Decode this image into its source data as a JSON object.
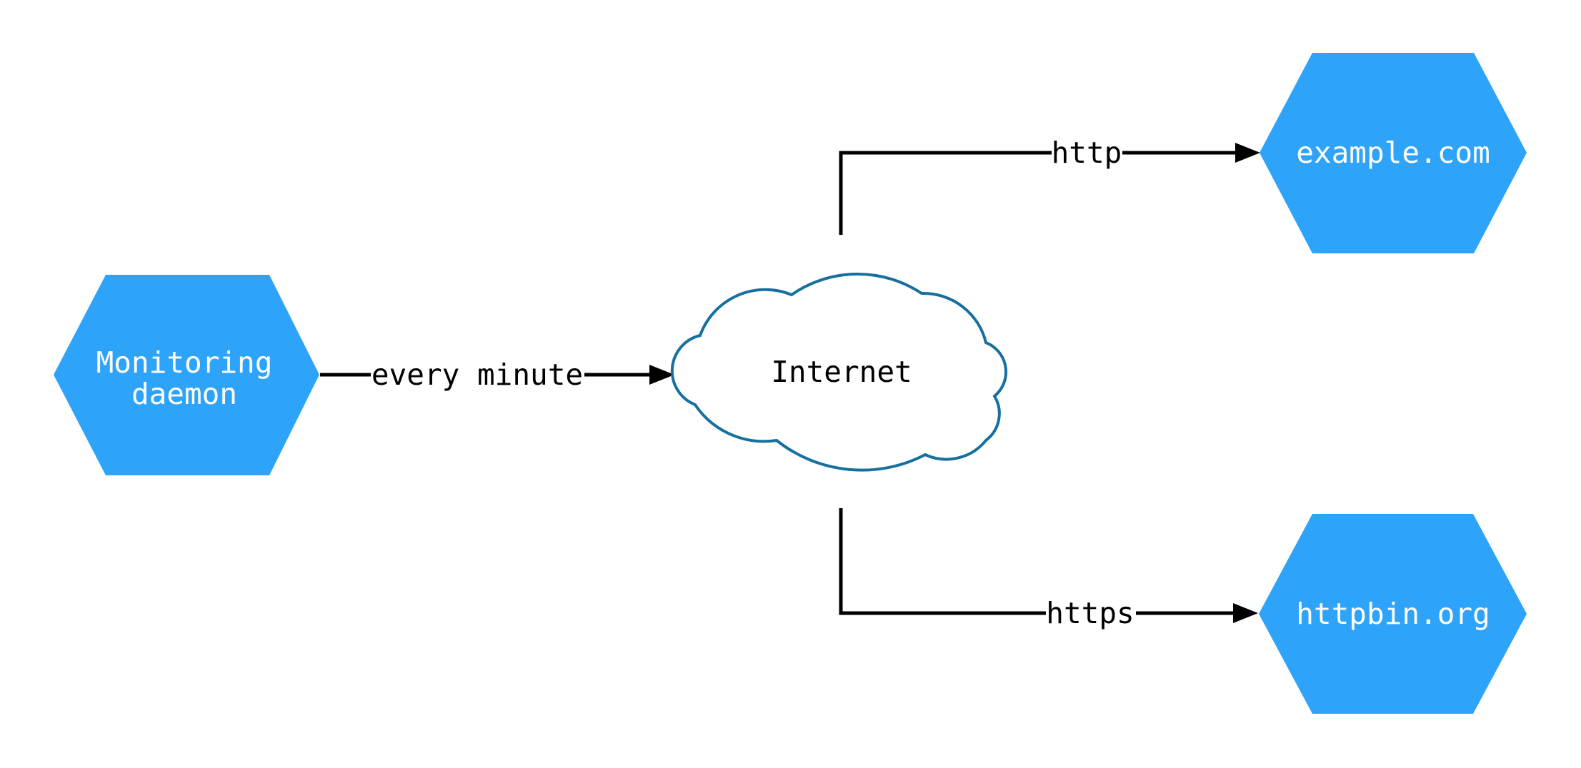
{
  "diagram": {
    "kind": "network-monitoring-flow",
    "nodes": {
      "monitoring_daemon": {
        "shape": "hexagon",
        "lines": [
          "Monitoring",
          "daemon"
        ]
      },
      "internet": {
        "shape": "cloud",
        "label": "Internet"
      },
      "example_com": {
        "shape": "hexagon",
        "label": "example.com"
      },
      "httpbin_org": {
        "shape": "hexagon",
        "label": "httpbin.org"
      }
    },
    "edges": [
      {
        "from": "monitoring_daemon",
        "to": "internet",
        "label": "every minute"
      },
      {
        "from": "internet",
        "to": "example_com",
        "label": "http"
      },
      {
        "from": "internet",
        "to": "httpbin_org",
        "label": "https"
      }
    ],
    "colors": {
      "node_fill": "#2EA3FA",
      "node_text": "#FFFFFF",
      "cloud_fill": "#FFFFFF",
      "cloud_stroke": "#176FA0",
      "edge_color": "#000000",
      "edge_text": "#000000",
      "background": "#FFFFFF"
    }
  }
}
